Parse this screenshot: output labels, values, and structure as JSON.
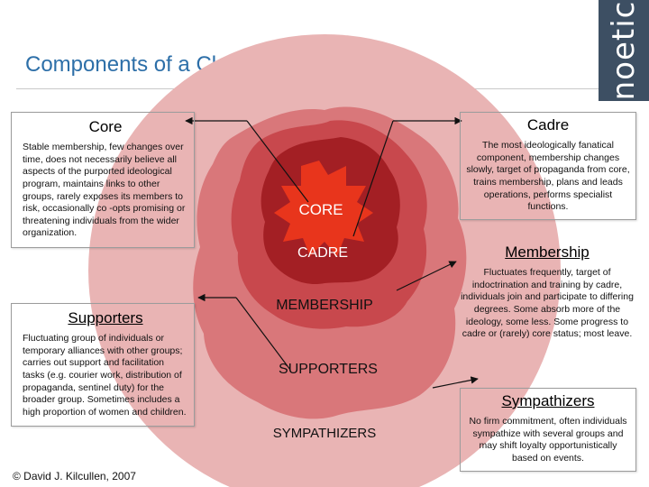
{
  "brand": {
    "name": "noetic"
  },
  "title": "Components of a Clandestine Group",
  "diagram": {
    "rings": [
      "SYMPATHIZERS",
      "SUPPORTERS",
      "MEMBERSHIP",
      "CADRE",
      "CORE"
    ],
    "colors": {
      "outer": "#e9b4b4",
      "supporters": "#d9777a",
      "membership": "#c8484d",
      "cadre": "#a31f24",
      "core": "#e8351c"
    }
  },
  "panels": {
    "core": {
      "heading": "Core",
      "text": "Stable membership, few changes over time, does not necessarily believe all aspects of the purported ideological program, maintains links to other groups, rarely exposes its members to risk, occasionally co -opts promising or threatening individuals from the wider organization."
    },
    "supporters": {
      "heading": "Supporters",
      "text": "Fluctuating group of individuals or temporary alliances with other groups; carries out support and facilitation tasks (e.g. courier work, distribution of propaganda, sentinel duty) for the broader group. Sometimes includes a high proportion of women and children."
    },
    "cadre": {
      "heading": "Cadre",
      "text": "The most ideologically fanatical component, membership changes slowly, target of propaganda from core, trains membership, plans and leads operations, performs specialist functions."
    },
    "membership": {
      "heading": "Membership",
      "text": "Fluctuates frequently, target of indoctrination and training by cadre, individuals join and participate to differing degrees. Some absorb more of the ideology, some less. Some progress to cadre or (rarely) core status; most leave."
    },
    "sympathizers": {
      "heading": "Sympathizers",
      "text": "No firm commitment, often individuals sympathize with several groups and may shift loyalty opportunistically based on events."
    }
  },
  "copyright": "© David J. Kilcullen, 2007"
}
